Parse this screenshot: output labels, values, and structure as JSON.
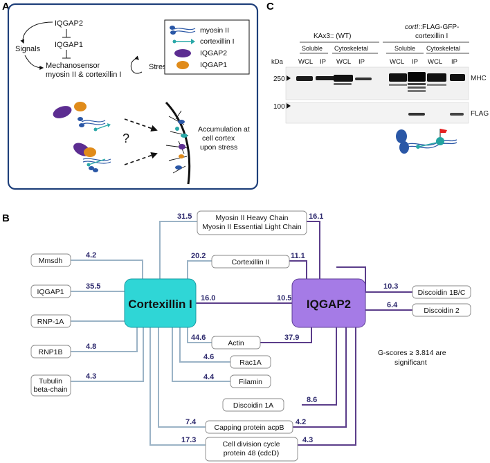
{
  "panels": {
    "a": "A",
    "b": "B",
    "c": "C"
  },
  "panel_a": {
    "iqgap2": "IQGAP2",
    "iqgap1": "IQGAP1",
    "signals": "Signals",
    "stress": "Stress",
    "mechanosensor_1": "Mechanosensor",
    "mechanosensor_2": "myosin II & cortexillin I",
    "legend": [
      "myosin II",
      "cortexillin I",
      "IQGAP2",
      "IQGAP1"
    ],
    "question": "?",
    "accum_1": "Accumulation at",
    "accum_2": "cell cortex",
    "accum_3": "upon stress"
  },
  "panel_c": {
    "wt_title": "KAx3:: (WT)",
    "mut_title_italic": "cortI",
    "mut_title_rest": "::FLAG-GFP-",
    "mut_title_2": "cortexillin I",
    "soluble": "Soluble",
    "cytoskeletal": "Cytoskeletal",
    "lanes": [
      "WCL",
      "IP",
      "WCL",
      "IP",
      "WCL",
      "IP",
      "WCL",
      "IP"
    ],
    "kda": "kDa",
    "marker_250": "250",
    "marker_100": "100",
    "mhc": "MHC",
    "flag": "FLAG"
  },
  "panel_b": {
    "hub1": "Cortexillin I",
    "hub2": "IQGAP2",
    "note_1": "G-scores ≥ 3.814 are",
    "note_2": "significant",
    "nodes": [
      {
        "id": "myosin",
        "lines": [
          "Myosin II Heavy Chain",
          "Myosin II Essential Light Chain"
        ],
        "cortI": "31.5",
        "iqgap2": "16.1"
      },
      {
        "id": "cortexillin2",
        "lines": [
          "Cortexillin II"
        ],
        "cortI": "20.2",
        "iqgap2": "11.1"
      },
      {
        "id": "hub-link",
        "lines": [],
        "cortI": "16.0",
        "iqgap2": "10.5"
      },
      {
        "id": "actin",
        "lines": [
          "Actin"
        ],
        "cortI": "44.6",
        "iqgap2": "37.9"
      },
      {
        "id": "rac1a",
        "lines": [
          "Rac1A"
        ],
        "cortI": "4.6"
      },
      {
        "id": "filamin",
        "lines": [
          "Filamin"
        ],
        "cortI": "4.4"
      },
      {
        "id": "discoidin1a",
        "lines": [
          "Discoidin 1A"
        ],
        "iqgap2": "8.6"
      },
      {
        "id": "capping",
        "lines": [
          "Capping protein acpB"
        ],
        "cortI": "7.4",
        "iqgap2": "4.2"
      },
      {
        "id": "cdcd",
        "lines": [
          "Cell division cycle",
          "protein 48 (cdcD)"
        ],
        "cortI": "17.3",
        "iqgap2": "4.3"
      },
      {
        "id": "mmsdh",
        "lines": [
          "Mmsdh"
        ],
        "cortI": "4.2"
      },
      {
        "id": "iqgap1",
        "lines": [
          "IQGAP1"
        ],
        "cortI": "35.5"
      },
      {
        "id": "rnp1a",
        "lines": [
          "RNP-1A"
        ]
      },
      {
        "id": "rnp1b",
        "lines": [
          "RNP1B"
        ],
        "cortI": "4.8"
      },
      {
        "id": "tubulin",
        "lines": [
          "Tubulin",
          "beta-chain"
        ],
        "cortI": "4.3"
      },
      {
        "id": "discoidin1bc",
        "lines": [
          "Discoidin 1B/C"
        ],
        "iqgap2": "10.3"
      },
      {
        "id": "discoidin2",
        "lines": [
          "Discoidin 2"
        ],
        "iqgap2": "6.4"
      }
    ]
  },
  "colors": {
    "cort_hub": "#2fd6d6",
    "iqgap2_hub": "#a57be6",
    "cort_edge": "#9bb3c6",
    "iqgap2_edge": "#5b3d8a",
    "value_text": "#2e2a6e",
    "myosin_blue": "#2a57a6",
    "cortexillin_teal": "#2aa8a8",
    "iqgap2_purple": "#5c2d91",
    "iqgap1_orange": "#e08b1a"
  }
}
